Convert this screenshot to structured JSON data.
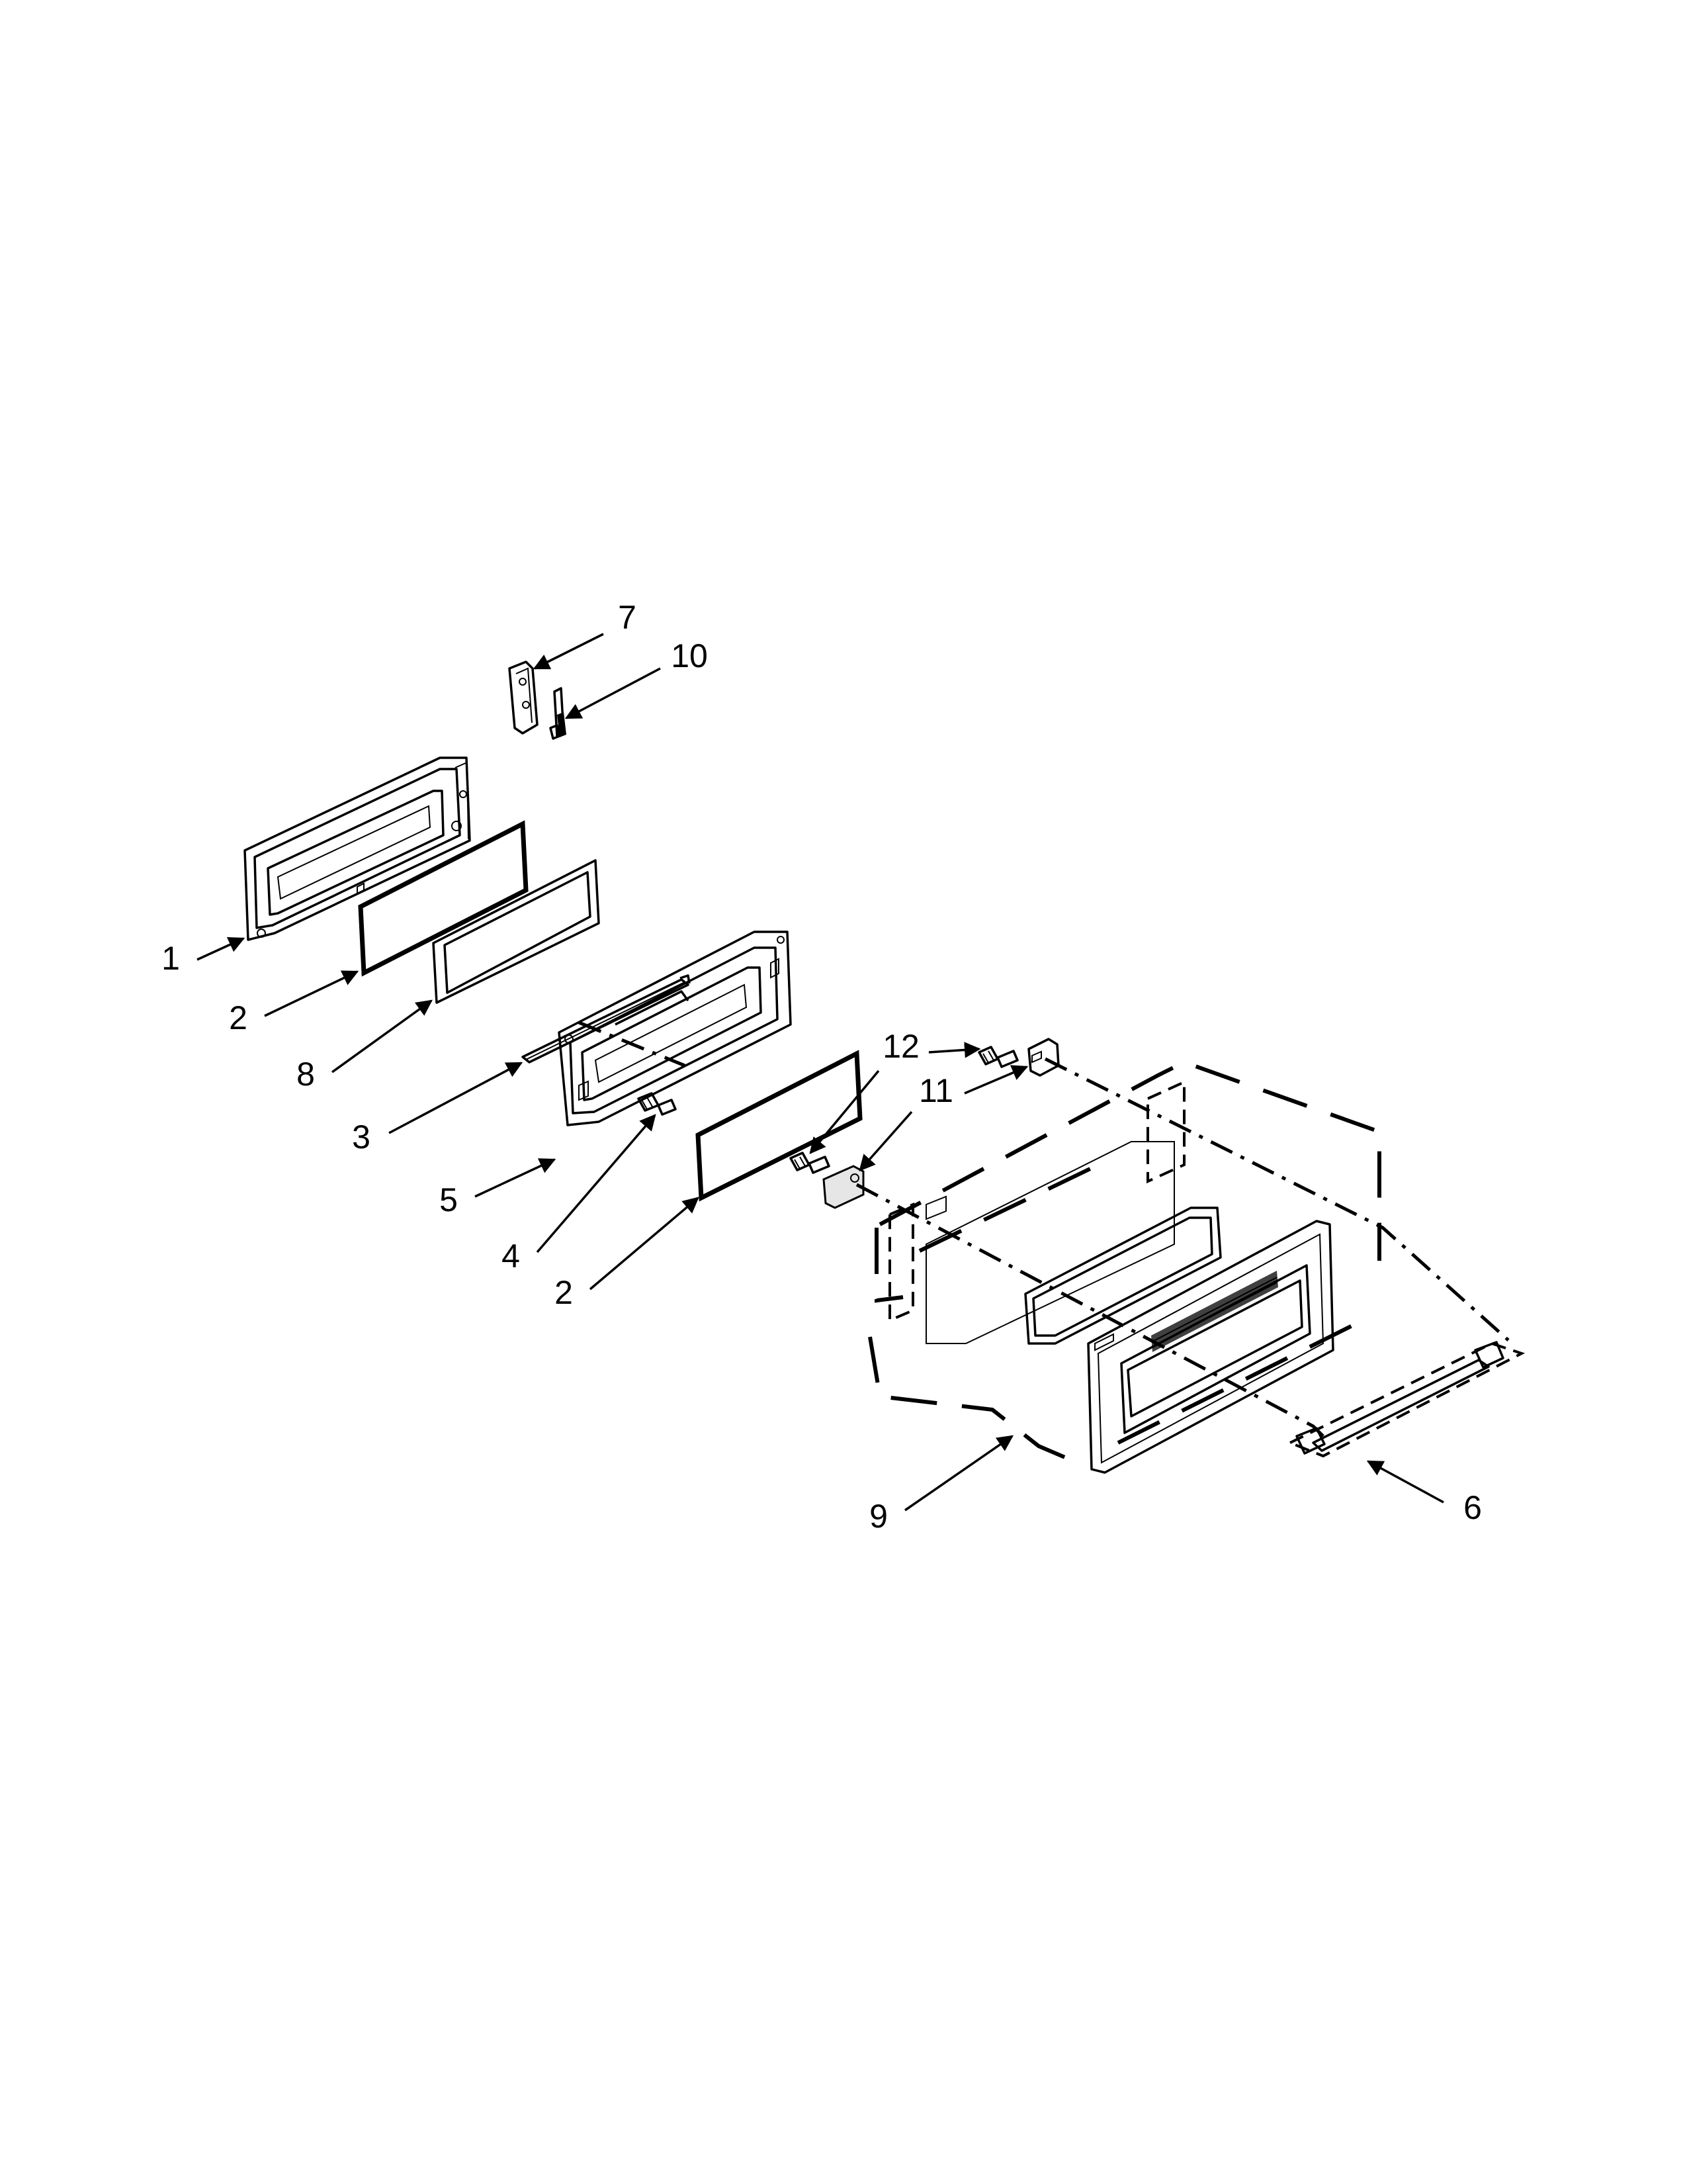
{
  "callouts": [
    {
      "id": "c1",
      "label": "1"
    },
    {
      "id": "c2a",
      "label": "2"
    },
    {
      "id": "c8",
      "label": "8"
    },
    {
      "id": "c3",
      "label": "3"
    },
    {
      "id": "c5",
      "label": "5"
    },
    {
      "id": "c4",
      "label": "4"
    },
    {
      "id": "c2b",
      "label": "2"
    },
    {
      "id": "c7",
      "label": "7"
    },
    {
      "id": "c10",
      "label": "10"
    },
    {
      "id": "c12",
      "label": "12"
    },
    {
      "id": "c11",
      "label": "11"
    },
    {
      "id": "c9",
      "label": "9"
    },
    {
      "id": "c6",
      "label": "6"
    }
  ]
}
